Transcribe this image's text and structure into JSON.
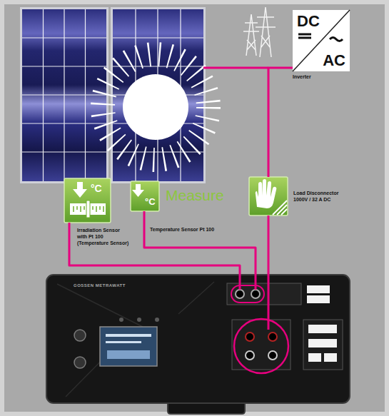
{
  "diagram": {
    "nodes": [
      {
        "text": [
          "DC",
          "AC",
          "Inverter"
        ]
      },
      {
        "text": [
          "°C",
          "Irradiation Sensor with Pt 100 (Temperature Sensor)"
        ]
      },
      {
        "text": [
          "°C",
          "Temperature Sensor Pt 100"
        ]
      },
      {
        "text": [
          "Load Disconnector 1000V / 32 A DC"
        ]
      },
      {
        "text": [
          "GOSSEN METRAWATT"
        ]
      }
    ],
    "edges": [
      {
        "from": 1,
        "to": 4,
        "arrow": "none"
      },
      {
        "from": 2,
        "to": 4,
        "arrow": "none"
      },
      {
        "from": 3,
        "to": 4,
        "arrow": "none"
      },
      {
        "from": 3,
        "to": 0,
        "arrow": "none"
      }
    ],
    "labels": [
      "Measure"
    ]
  }
}
